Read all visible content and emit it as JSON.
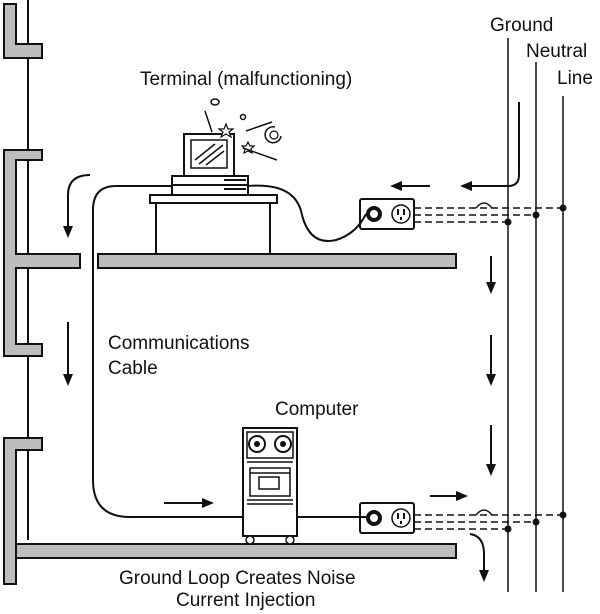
{
  "labels": {
    "ground": "Ground",
    "neutral": "Neutral",
    "line": "Line",
    "terminal": "Terminal (malfunctioning)",
    "comm_line1": "Communications",
    "comm_line2": "Cable",
    "computer": "Computer",
    "caption_line1": "Ground Loop Creates Noise",
    "caption_line2": "Current Injection"
  },
  "icons": {
    "terminal": "crt-terminal-icon",
    "computer": "tape-drive-computer-icon",
    "outlet": "power-outlet-icon",
    "malfunction": "spark-stars-icon"
  },
  "colors": {
    "wall": "#bdbdbd",
    "ink": "#111111"
  }
}
